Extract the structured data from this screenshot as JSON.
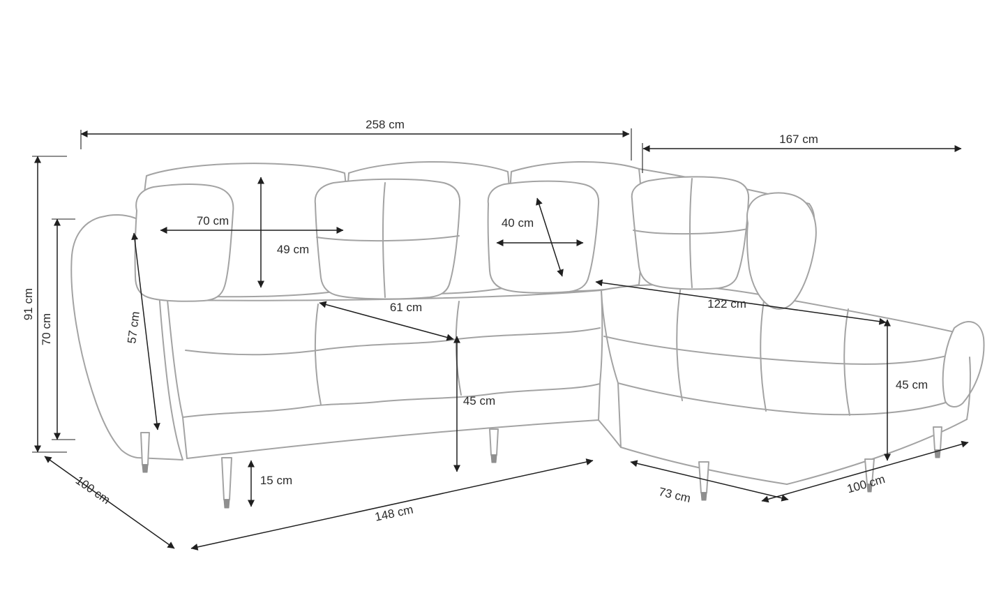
{
  "diagram": {
    "subject": "corner-sofa-dimension-drawing",
    "unit": "cm",
    "colors": {
      "background": "#ffffff",
      "sofa_outline": "#a3a3a3",
      "dimension_lines": "#1f1f1f",
      "label_text": "#2b2b2b"
    },
    "dimensions": {
      "overall_width": "258 cm",
      "chaise_length": "167 cm",
      "overall_height": "91 cm",
      "armrest_height": "70 cm",
      "back_cushion_width": "70 cm",
      "back_cushion_height": "49 cm",
      "armrest_depth": "57 cm",
      "pillow_width": "40 cm",
      "seat_cushion_width": "61 cm",
      "chaise_cushion_length": "122 cm",
      "seat_height": "45 cm",
      "chaise_seat_height": "45 cm",
      "leg_height": "15 cm",
      "front_edge_width": "148 cm",
      "chaise_front_width": "73 cm",
      "chaise_depth": "100 cm",
      "sofa_depth": "100 cm"
    }
  }
}
